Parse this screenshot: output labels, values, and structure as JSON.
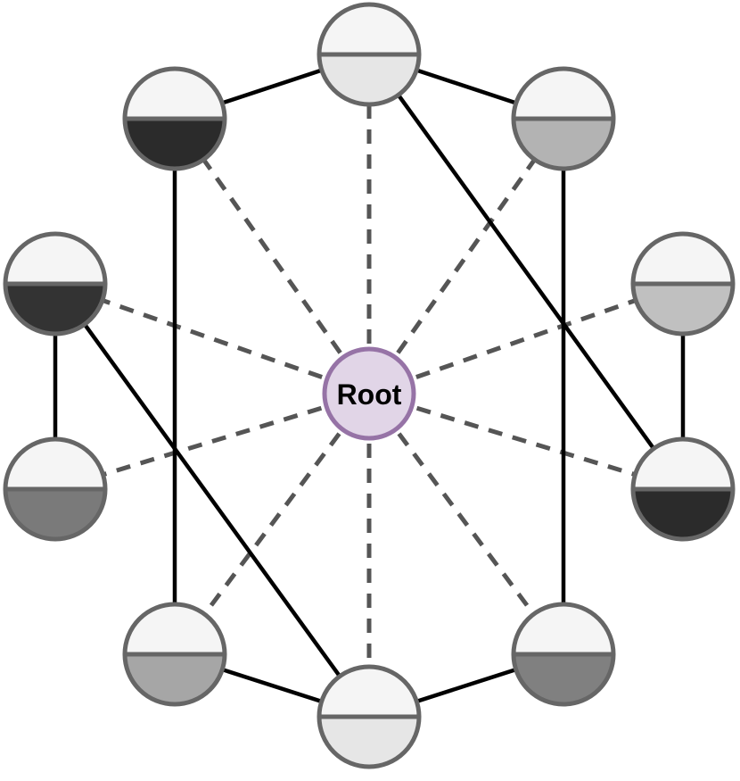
{
  "root": {
    "label": "Root",
    "fill": "#e1d5e7",
    "stroke": "#9673a6"
  },
  "colors": {
    "node_stroke": "#666666",
    "node_top_fill": "#f5f5f5",
    "solid_edge": "#000000",
    "dashed_edge": "#555555"
  },
  "nodes": [
    {
      "id": "n-top",
      "bottom_fill": "#e6e6e6"
    },
    {
      "id": "n-top-right",
      "bottom_fill": "#b3b3b3"
    },
    {
      "id": "n-right-upper",
      "bottom_fill": "#c0c0c0"
    },
    {
      "id": "n-right-lower",
      "bottom_fill": "#2b2b2b"
    },
    {
      "id": "n-bottom-right",
      "bottom_fill": "#808080"
    },
    {
      "id": "n-bottom",
      "bottom_fill": "#e6e6e6"
    },
    {
      "id": "n-bottom-left",
      "bottom_fill": "#a6a6a6"
    },
    {
      "id": "n-left-lower",
      "bottom_fill": "#7a7a7a"
    },
    {
      "id": "n-left-upper",
      "bottom_fill": "#333333"
    },
    {
      "id": "n-top-left",
      "bottom_fill": "#2b2b2b"
    }
  ],
  "solid_edges": [
    [
      "n-top-left",
      "n-top"
    ],
    [
      "n-top",
      "n-top-right"
    ],
    [
      "n-top",
      "n-right-lower"
    ],
    [
      "n-top-right",
      "n-bottom-right"
    ],
    [
      "n-right-upper",
      "n-right-lower"
    ],
    [
      "n-bottom-right",
      "n-bottom"
    ],
    [
      "n-bottom",
      "n-bottom-left"
    ],
    [
      "n-bottom-left",
      "n-top-left"
    ],
    [
      "n-left-upper",
      "n-left-lower"
    ],
    [
      "n-left-upper",
      "n-bottom"
    ]
  ]
}
